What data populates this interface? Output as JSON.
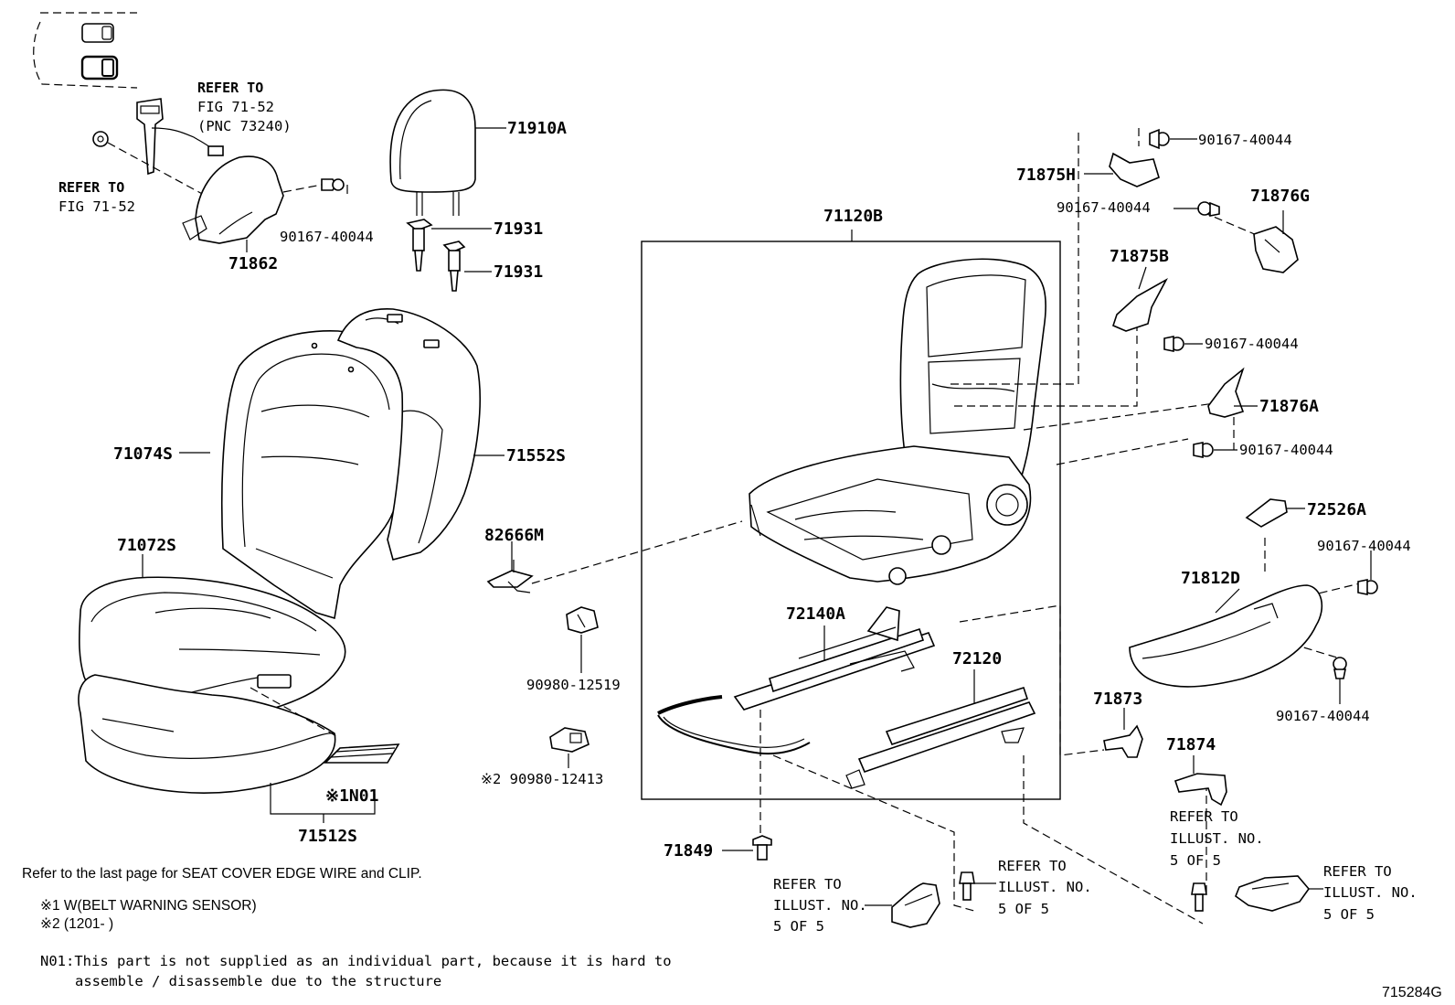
{
  "labels": {
    "p71910A": "71910A",
    "p71931a": "71931",
    "p71931b": "71931",
    "p71862": "71862",
    "bolt_headrest_belt": "90167-40044",
    "p71120B": "71120B",
    "p71875H": "71875H",
    "p71876G": "71876G",
    "p71875B": "71875B",
    "p71876A": "71876A",
    "p72526A": "72526A",
    "p71812D": "71812D",
    "p71873": "71873",
    "p71874": "71874",
    "p71849": "71849",
    "p72140A": "72140A",
    "p72120": "72120",
    "p71074S": "71074S",
    "p71552S": "71552S",
    "p71072S": "71072S",
    "p71512S": "71512S",
    "p82666M": "82666M",
    "p90980_12519": "90980-12519",
    "p90980_12413": "※2 90980-12413",
    "pN01": "※1N01",
    "bolt_1": "90167-40044",
    "bolt_2": "90167-40044",
    "bolt_3": "90167-40044",
    "bolt_4": "90167-40044",
    "bolt_5": "90167-40044",
    "bolt_6": "90167-40044"
  },
  "refs": {
    "fig_a_l1": "REFER TO",
    "fig_a_l2": "FIG 71-52",
    "fig_a_l3": "(PNC 73240)",
    "fig_b_l1": "REFER TO",
    "fig_b_l2": "FIG 71-52",
    "illust_1_l1": "REFER TO",
    "illust_1_l2": "ILLUST. NO.",
    "illust_1_l3": "5 OF 5",
    "illust_2_l1": "REFER TO",
    "illust_2_l2": "ILLUST. NO.",
    "illust_2_l3": "5 OF 5",
    "illust_3_l1": "REFER TO",
    "illust_3_l2": "ILLUST. NO.",
    "illust_3_l3": "5 OF 5",
    "illust_4_l1": "REFER TO",
    "illust_4_l2": "ILLUST. NO.",
    "illust_4_l3": "5 OF 5"
  },
  "notes": {
    "edge_wire": "Refer to the last page for SEAT COVER EDGE WIRE and CLIP.",
    "n1": "※1 W(BELT WARNING SENSOR)",
    "n2": "※2 (1201-      )",
    "n01_l1": "N01:This part is not supplied as an individual part, because it is hard to",
    "n01_l2": "assemble / disassemble due to the structure"
  },
  "figure_number": "715284G"
}
